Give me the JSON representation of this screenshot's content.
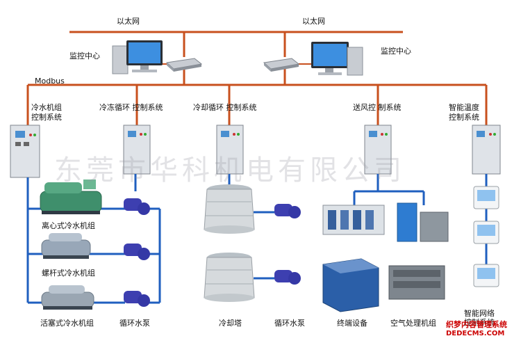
{
  "network": {
    "ethernet_left": "以太网",
    "ethernet_right": "以太网",
    "monitor_left": "监控中心",
    "monitor_right": "监控中心",
    "modbus": "Modbus"
  },
  "systems": [
    {
      "line1": "冷水机组",
      "line2": "控制系统"
    },
    {
      "line1": "冷冻循环 控制系统",
      "line2": ""
    },
    {
      "line1": "冷却循环 控制系统",
      "line2": ""
    },
    {
      "line1": "送风控 制系统",
      "line2": ""
    },
    {
      "line1": "智能温度",
      "line2": "控制系统"
    }
  ],
  "equipment": {
    "centrifugal_chiller": "离心式冷水机组",
    "screw_chiller": "螺杆式冷水机组",
    "piston_chiller": "活塞式冷水机组",
    "circulation_pump": "循环水泵",
    "cooling_tower": "冷却塔",
    "circ_pump2": "循环水泵",
    "terminal_equipment": "终端设备",
    "air_handler": "空气处理机组",
    "smart_network": "智能网络",
    "smart_network_2": "控制系统"
  },
  "watermark": "东莞市华科机电有限公司",
  "badge": {
    "line1": "织梦内容管理系统",
    "line2": "DEDECMS.COM"
  },
  "colors": {
    "bus": "#c8501e",
    "pipe": "#1f5fbf",
    "panel": "#dfe3e8"
  }
}
